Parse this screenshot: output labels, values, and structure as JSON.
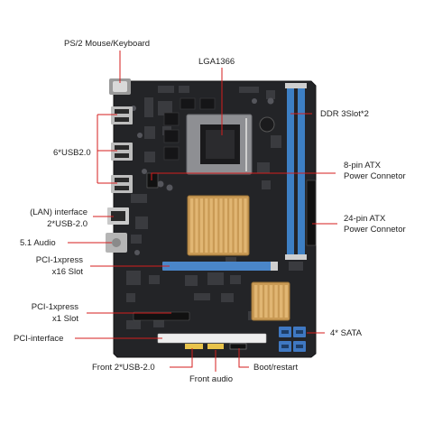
{
  "colors": {
    "board": "#232427",
    "board_edge": "#141416",
    "dimm_blue": "#3d7fc4",
    "pcie_blue": "#4a86c9",
    "heatsink": "#c99a55",
    "socket_metal": "#8e8f93",
    "pci_white": "#eeeeee",
    "connector_yellow": "#e8c34a",
    "sata_blue": "#3f78c2",
    "callout_red": "#d61e1e",
    "text": "#222222"
  },
  "labels": {
    "ps2": "PS/2 Mouse/Keyboard",
    "lga": "LGA1366",
    "ddr": "DDR 3Slot*2",
    "usb6": "6*USB2.0",
    "atx8_line1": "8-pin ATX",
    "atx8_line2": "Power Connetor",
    "lan_line1": "(LAN) interface",
    "lan_line2": "2*USB-2.0",
    "atx24_line1": "24-pin ATX",
    "atx24_line2": "Power Connetor",
    "audio51": "5.1 Audio",
    "pcie16_line1": "PCI-1xpress",
    "pcie16_line2": "x16 Slot",
    "pcie1_line1": "PCI-1xpress",
    "pcie1_line2": "x1 Slot",
    "pci": "PCI-interface",
    "sata": "4* SATA",
    "front_usb": "Front 2*USB-2.0",
    "boot": "Boot/restart",
    "front_audio": "Front audio"
  },
  "icons": [
    "usb-port-icon",
    "ps2-port-icon",
    "lan-port-icon",
    "audio-jack-icon"
  ]
}
